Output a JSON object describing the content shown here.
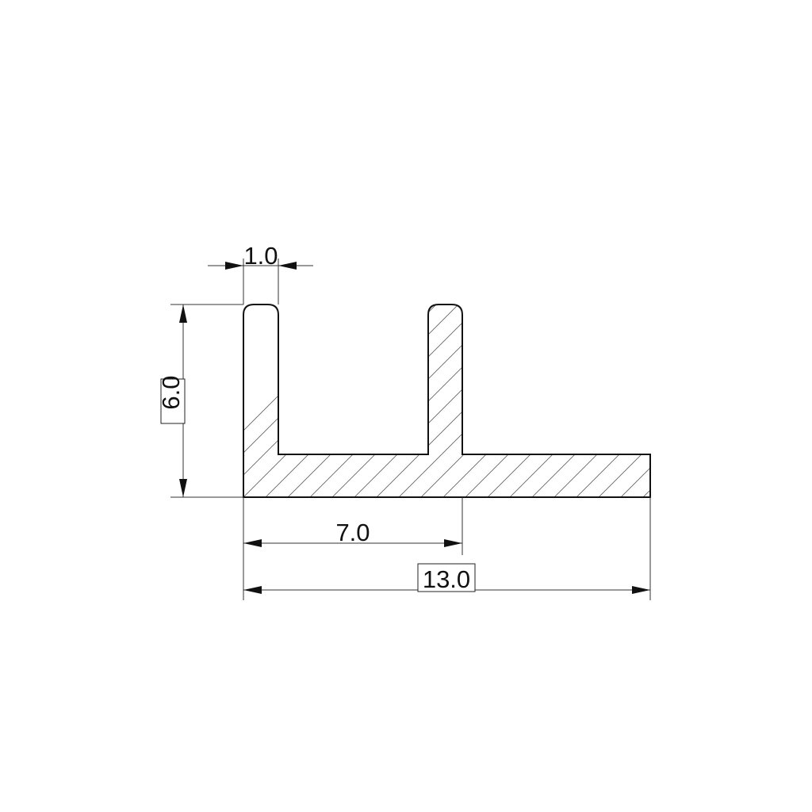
{
  "drawing": {
    "type": "cross-section profile",
    "hatch": true,
    "dimensions": {
      "wall_thickness": "1.0",
      "height": "6.0",
      "inner_offset": "7.0",
      "overall_width": "13.0"
    }
  }
}
